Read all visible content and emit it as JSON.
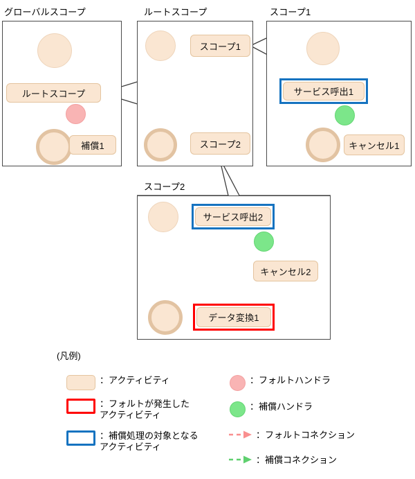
{
  "diagram": {
    "panels": [
      {
        "id": "global-scope",
        "title": "グローバルスコープ"
      },
      {
        "id": "root-scope",
        "title": "ルートスコープ"
      },
      {
        "id": "scope-1",
        "title": "スコープ1"
      },
      {
        "id": "scope-2",
        "title": "スコープ2"
      }
    ],
    "global_scope": {
      "root_scope_activity": "ルートスコープ",
      "compensation_activity": "補償1"
    },
    "root_scope": {
      "scope1_activity": "スコープ1",
      "scope2_activity": "スコープ2"
    },
    "scope_1": {
      "service_activity": "サービス呼出1",
      "cancel_activity": "キャンセル1"
    },
    "scope_2": {
      "service_activity": "サービス呼出2",
      "cancel_activity": "キャンセル2",
      "transform_activity": "データ変換1"
    }
  },
  "legend": {
    "caption": "(凡例)",
    "items": [
      {
        "id": "activity",
        "symbol": "filled-rounded-box",
        "label": "：アクティビティ"
      },
      {
        "id": "faulted-activity",
        "symbol": "red-outline-box",
        "label": "：フォルトが発生した\nアクティビティ"
      },
      {
        "id": "compensated-activity",
        "symbol": "blue-outline-box",
        "label": "：補償処理の対象となる\nアクティビティ"
      },
      {
        "id": "fault-handler",
        "symbol": "red-circle",
        "label": "：フォルトハンドラ"
      },
      {
        "id": "compensation-handler",
        "symbol": "green-circle",
        "label": "：補償ハンドラ"
      },
      {
        "id": "fault-connection",
        "symbol": "red-dashed-arrow",
        "label": "：フォルトコネクション"
      },
      {
        "id": "compensation-connection",
        "symbol": "green-dashed-arrow",
        "label": "：補償コネクション"
      }
    ]
  },
  "colors": {
    "activity_fill": "#fae6d2",
    "activity_border": "#e4c49f",
    "panel_border": "#4a4a4a",
    "fault_handler": "#f9b4b4",
    "compensation_handler": "#7ce68a",
    "fault_connection": "#f98f8f",
    "compensation_connection": "#5fd06f",
    "highlight_blue": "#1673c0",
    "highlight_red": "#ff0000",
    "flow_arrow": "#1a1a1a"
  }
}
